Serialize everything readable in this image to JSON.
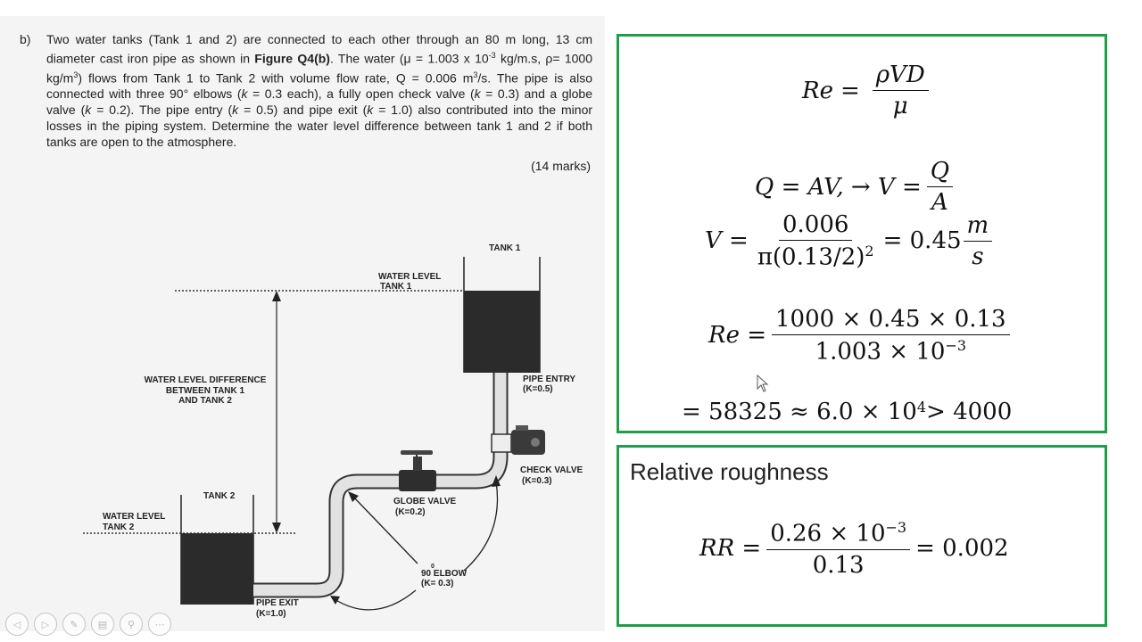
{
  "question": {
    "marker": "b)",
    "part1": "Two water tanks (Tank 1 and 2) are connected to each other through an 80 m long, 13 cm diameter cast iron pipe as shown in ",
    "figure_ref": "Figure Q4(b)",
    "part2": ". The water (μ = 1.003 x 10",
    "mu_exp": "-3",
    "part3": " kg/m.s, ρ= 1000 kg/m",
    "rho_exp": "3",
    "part4": ") flows from Tank 1 to Tank 2 with volume flow rate, Q = 0.006 m",
    "q_exp": "3",
    "part5": "/s. The pipe is also connected with three 90° elbows (",
    "k": "k",
    "part6": " = 0.3 each), a fully open check valve (",
    "part7": " = 0.3) and a globe valve (",
    "part8": " = 0.2). The pipe entry (",
    "part9": " = 0.5) and pipe exit (",
    "part10": " = 1.0) also contributed into the minor losses in the piping system. Determine the water level difference between tank 1 and 2 if both tanks are open to the atmosphere.",
    "marks": "(14 marks)"
  },
  "diagram": {
    "tank1": "TANK 1",
    "water_level_tank1_a": "WATER LEVEL",
    "water_level_tank1_b": "TANK 1",
    "level_diff_a": "WATER LEVEL DIFFERENCE",
    "level_diff_b": "BETWEEN TANK 1",
    "level_diff_c": "AND TANK 2",
    "pipe_entry_a": "PIPE ENTRY",
    "pipe_entry_b": "(K=0.5)",
    "check_valve_a": "CHECK VALVE",
    "check_valve_b": "(K=0.3)",
    "globe_valve_a": "GLOBE VALVE",
    "globe_valve_b": "(K=0.2)",
    "tank2": "TANK 2",
    "water_level_tank2_a": "WATER LEVEL",
    "water_level_tank2_b": "TANK 2",
    "elbow_deg": "0",
    "elbow_a": "90  ELBOW",
    "elbow_b": "(K= 0.3)",
    "pipe_exit_a": "PIPE EXIT",
    "pipe_exit_b": "(K=1.0)"
  },
  "solution": {
    "re_lhs": "Re",
    "re_num": "ρVD",
    "re_den": "μ",
    "q_lhs": "Q = AV, → V =",
    "q_num": "Q",
    "q_den": "A",
    "v_lhs": "V =",
    "v_num": "0.006",
    "v_den": "π(0.13/2)",
    "v_den_exp": "2",
    "v_rhs": "= 0.45",
    "v_unit_num": "m",
    "v_unit_den": "s",
    "re2_lhs": "Re =",
    "re2_num": "1000 × 0.45 × 0.13",
    "re2_den": "1.003 × 10",
    "re2_den_exp": "−3",
    "re_result": "= 58325 ≈ 6.0 × 10",
    "re_result_exp": "4",
    "re_result_tail": " > 4000"
  },
  "roughness": {
    "title": "Relative roughness",
    "lhs": "RR =",
    "num": "0.26 × 10",
    "num_exp": "−3",
    "den": "0.13",
    "rhs": "= 0.002"
  },
  "nav_icons": [
    "previous-icon",
    "next-icon",
    "pen-icon",
    "slides-icon",
    "zoom-icon",
    "more-icon"
  ],
  "colors": {
    "box_border": "#1e9e47",
    "water": "#2b2b2b"
  }
}
